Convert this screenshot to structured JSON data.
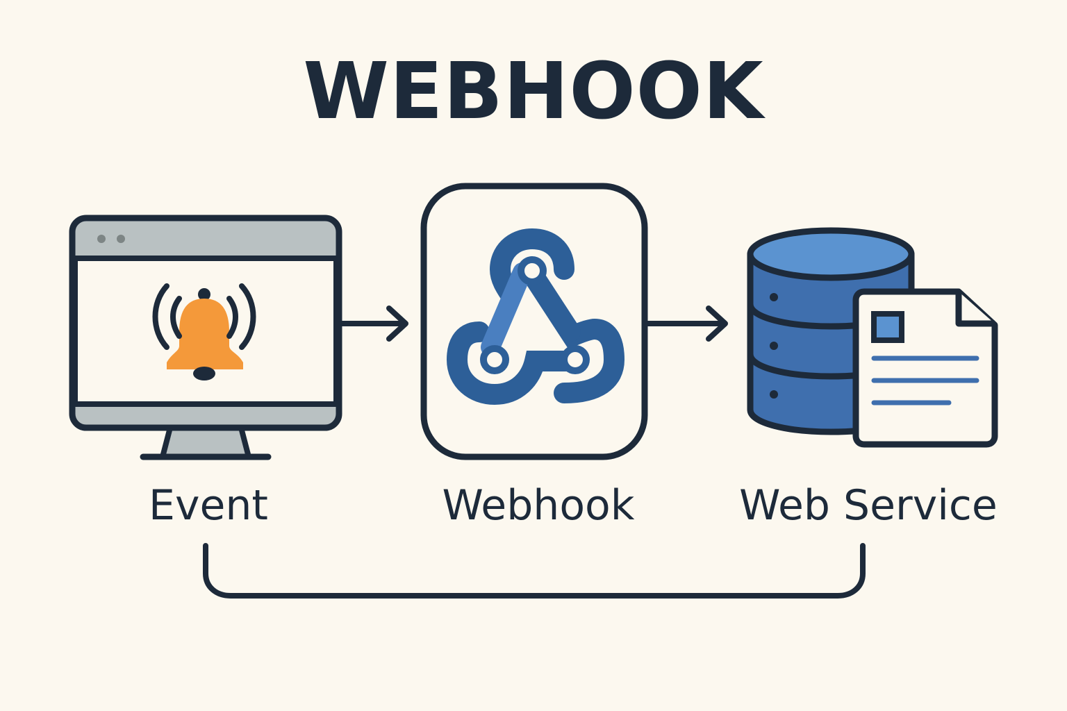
{
  "title": "WEBHOOK",
  "nodes": [
    {
      "id": "event",
      "label": "Event",
      "icon": "monitor-bell-icon"
    },
    {
      "id": "webhook",
      "label": "Webhook",
      "icon": "webhook-logo-icon"
    },
    {
      "id": "service",
      "label": "Web Service",
      "icon": "database-document-icon"
    }
  ],
  "edges": [
    {
      "from": "event",
      "to": "webhook",
      "style": "arrow"
    },
    {
      "from": "webhook",
      "to": "service",
      "style": "arrow"
    },
    {
      "from": "event",
      "to": "service",
      "style": "bracket"
    }
  ],
  "colors": {
    "background": "#fcf8ef",
    "outline": "#1d2a3a",
    "bell": "#f4993a",
    "logo_dark": "#2d5f98",
    "logo_light": "#4a7fc0",
    "database": "#3f6fae",
    "database_top": "#5b93d0",
    "screen_bar": "#b9c1c2",
    "stand": "#b9c1c2"
  }
}
